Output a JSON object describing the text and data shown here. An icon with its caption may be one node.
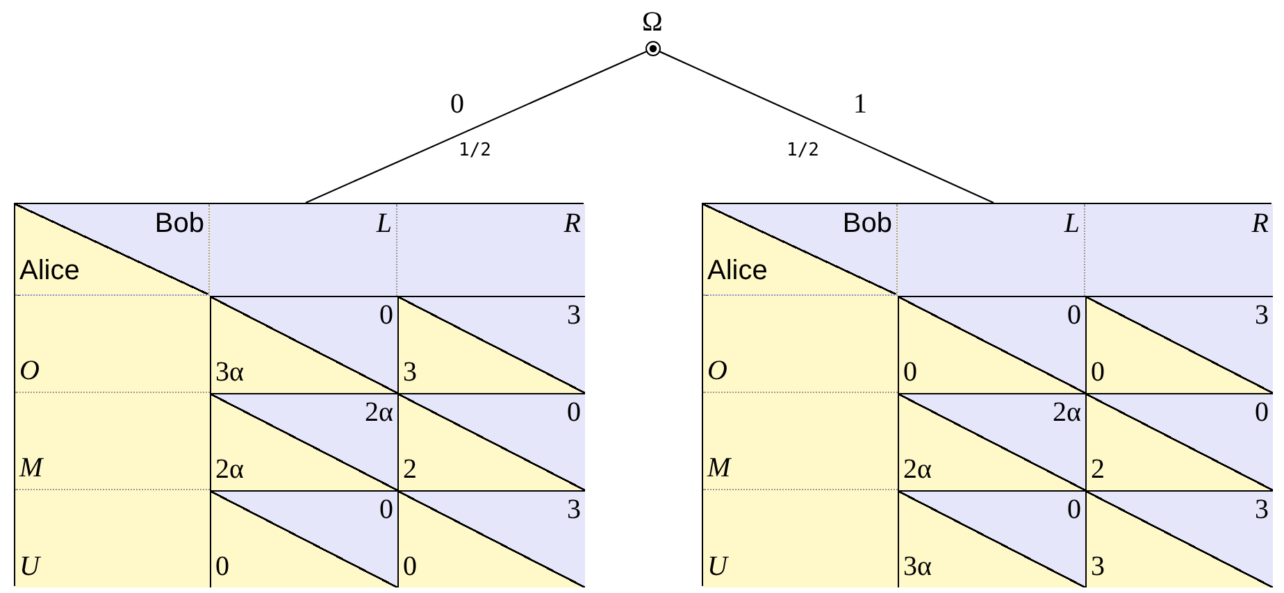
{
  "diagram": {
    "nodes": [
      {
        "text": [
          "Ω"
        ]
      },
      {
        "text": [
          "Bob",
          "Alice",
          "L",
          "R",
          "O",
          "0",
          "3α",
          "3",
          "3",
          "M",
          "2α",
          "2α",
          "0",
          "2",
          "U",
          "0",
          "0",
          "3",
          "0"
        ]
      },
      {
        "text": [
          "Bob",
          "Alice",
          "L",
          "R",
          "O",
          "0",
          "0",
          "3",
          "0",
          "M",
          "2α",
          "2α",
          "0",
          "2",
          "U",
          "0",
          "3α",
          "3",
          "3"
        ]
      }
    ],
    "edges": [
      {
        "from": 0,
        "to": 1,
        "arrow": "none",
        "label": "0"
      },
      {
        "from": 0,
        "to": 2,
        "arrow": "none",
        "label": "1"
      }
    ],
    "labels": [
      "1/2",
      "1/2"
    ]
  }
}
